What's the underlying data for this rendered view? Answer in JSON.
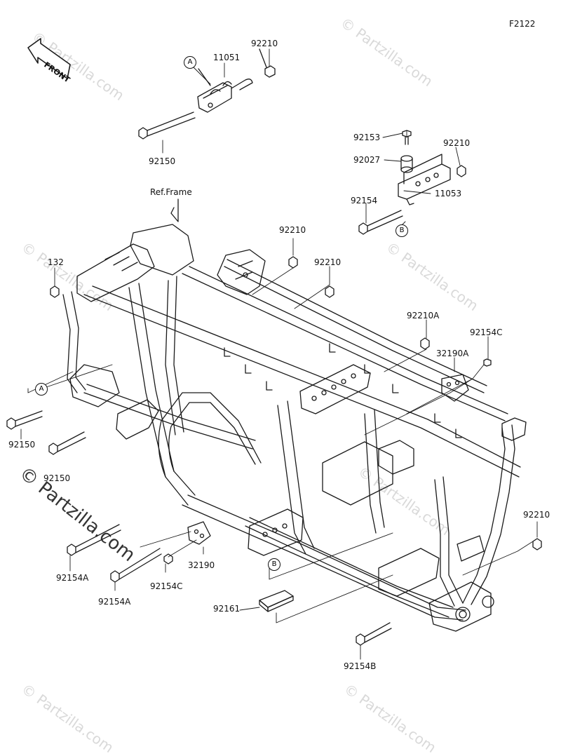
{
  "figure_code": "F2122",
  "front_label": "FRONT",
  "ref_label": "Ref.Frame",
  "callout_letters": {
    "a": "A",
    "b": "B"
  },
  "watermark": "Partzilla.com",
  "watermark_copyright": "©",
  "parts": {
    "p11051": "11051",
    "p92210_top": "92210",
    "p92150_top": "92150",
    "p92153": "92153",
    "p92027": "92027",
    "p92210_b": "92210",
    "p11053": "11053",
    "p92154": "92154",
    "p92210_mid1": "92210",
    "p92210_mid2": "92210",
    "p132": "132",
    "p92210A": "92210A",
    "p92154C_r": "92154C",
    "p32190A": "32190A",
    "p92150_l1": "92150",
    "p92150_l2": "92150",
    "p92154A_1": "92154A",
    "p92154A_2": "92154A",
    "p92154C_b": "92154C",
    "p32190": "32190",
    "p92210_r": "92210",
    "p92161": "92161",
    "p92154B": "92154B"
  },
  "colors": {
    "line": "#1a1a1a",
    "watermark": "#d9d9d9"
  }
}
